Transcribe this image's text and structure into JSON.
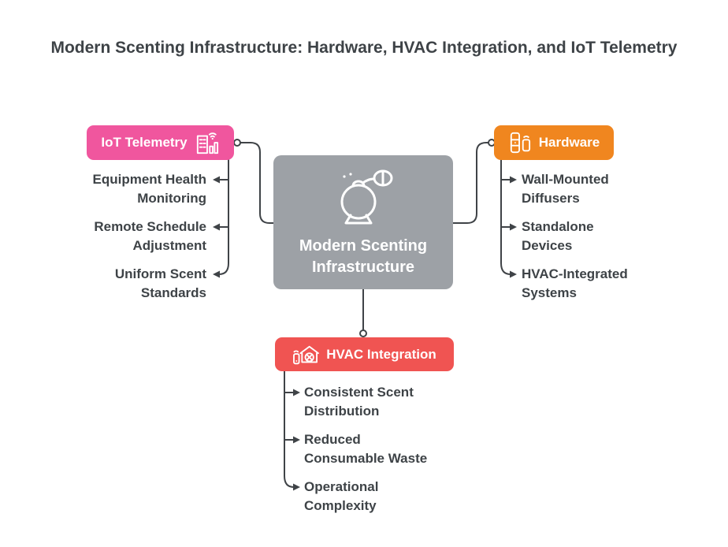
{
  "title": "Modern Scenting Infrastructure: Hardware, HVAC Integration, and IoT Telemetry",
  "center": {
    "label": "Modern Scenting Infrastructure",
    "icon": "perfume-atomizer"
  },
  "branches": [
    {
      "label": "IoT Telemetry",
      "icon": "building-wifi-chart",
      "color": "#F0569E",
      "items": [
        "Equipment Health Monitoring",
        "Remote Schedule Adjustment",
        "Uniform Scent Standards"
      ]
    },
    {
      "label": "Hardware",
      "icon": "diffuser-remote",
      "color": "#F0861F",
      "items": [
        "Wall-Mounted Diffusers",
        "Standalone Devices",
        "HVAC-Integrated Systems"
      ]
    },
    {
      "label": "HVAC Integration",
      "icon": "house-fan-remote",
      "color": "#F05452",
      "items": [
        "Consistent Scent Distribution",
        "Reduced Consumable Waste",
        "Operational Complexity"
      ]
    }
  ],
  "colors": {
    "pink": "#F0569E",
    "orange": "#F0861F",
    "red": "#F05452",
    "gray": "#9DA1A6",
    "line": "#3F4347",
    "text": "#3E4347",
    "background": "#FFFFFF"
  }
}
